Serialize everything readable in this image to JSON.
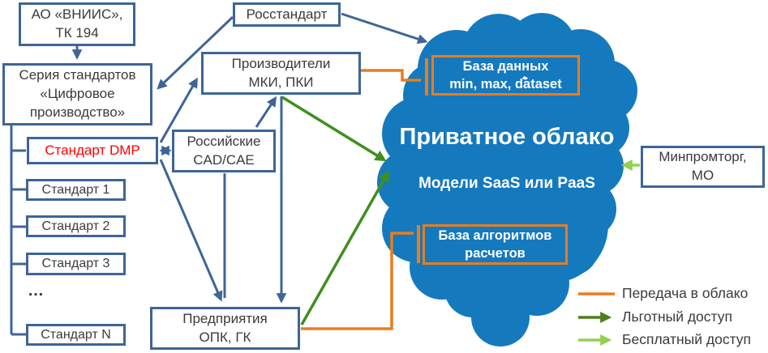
{
  "colors": {
    "box_border_blue": "#3e6596",
    "box_text": "#3b3b3b",
    "dmp_red": "#ff0000",
    "cloud_blue": "#1579be",
    "orange": "#e87d1e",
    "diagram_green": "#3f8f1e",
    "legend_dark_green": "#4e7e1d",
    "legend_light_green": "#92d050",
    "cloud_text_white": "#ffffff"
  },
  "nodes": {
    "vniis": {
      "lines": [
        "АО «ВНИИС»,",
        "ТК 194"
      ]
    },
    "series": {
      "lines": [
        "Серия стандартов",
        "«Цифровое",
        "производство»"
      ]
    },
    "dmp": {
      "label": "Стандарт DMP"
    },
    "std1": {
      "label": "Стандарт 1"
    },
    "std2": {
      "label": "Стандарт 2"
    },
    "std3": {
      "label": "Стандарт 3"
    },
    "ellipsis": "…",
    "stdN": {
      "label": "Стандарт N"
    },
    "rosstandart": {
      "label": "Росстандарт"
    },
    "producers": {
      "lines": [
        "Производители",
        "МКИ, ПКИ"
      ]
    },
    "cad": {
      "lines": [
        "Российские",
        "CAD/CAE"
      ]
    },
    "enterprises": {
      "lines": [
        "Предприятия",
        "ОПК, ГК"
      ]
    },
    "minpromtorg": {
      "lines": [
        "Минпромторг,",
        "МО"
      ]
    }
  },
  "cloud": {
    "title": "Приватное облако",
    "subtitle": "Модели SaaS или PaaS",
    "database_box": {
      "lines": [
        "База данных",
        "min, max, dataset"
      ]
    },
    "algorithms_box": {
      "lines": [
        "База алгоритмов",
        "расчетов"
      ]
    }
  },
  "legend": {
    "items": [
      {
        "label": "Передача в облако",
        "color": "#e87d1e",
        "arrowhead": false
      },
      {
        "label": "Льготный доступ",
        "color": "#4e7e1d",
        "arrowhead": true
      },
      {
        "label": "Бесплатный доступ",
        "color": "#92d050",
        "arrowhead": true
      }
    ]
  }
}
